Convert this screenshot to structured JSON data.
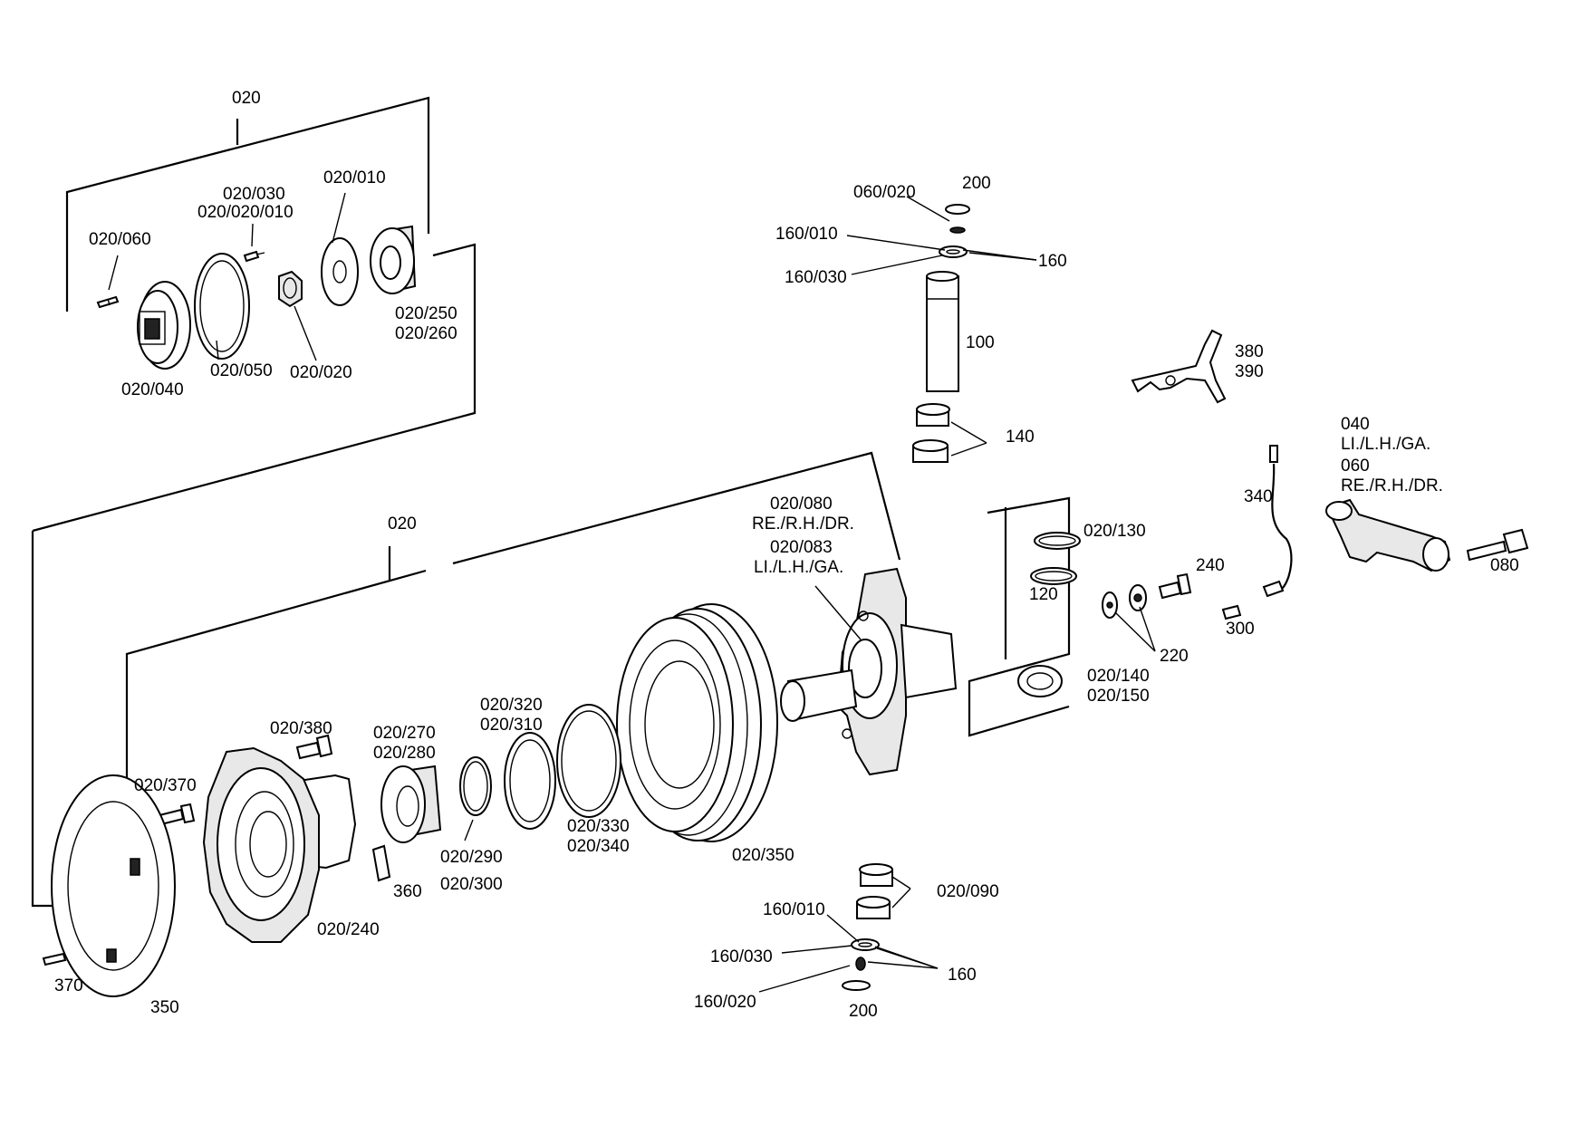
{
  "labels": {
    "l_020_top": "020",
    "l_020_030": "020/030",
    "l_020_020_010": "020/020/010",
    "l_020_010": "020/010",
    "l_020_060": "020/060",
    "l_020_250": "020/250",
    "l_020_260": "020/260",
    "l_020_040": "020/040",
    "l_020_050": "020/050",
    "l_020_020": "020/020",
    "l_060_020": "060/020",
    "l_200_top": "200",
    "l_160_010_top": "160/010",
    "l_160_top": "160",
    "l_160_030_top": "160/030",
    "l_100": "100",
    "l_380": "380",
    "l_390": "390",
    "l_140": "140",
    "l_040": "040",
    "l_li_lh_ga_1": "LI./L.H./GA.",
    "l_060": "060",
    "l_re_rh_dr_1": "RE./R.H./DR.",
    "l_340": "340",
    "l_020_080": "020/080",
    "l_re_rh_dr_2": "RE./R.H./DR.",
    "l_020_083": "020/083",
    "l_li_lh_ga_2": "LI./L.H./GA.",
    "l_020_main": "020",
    "l_020_130": "020/130",
    "l_120": "120",
    "l_240": "240",
    "l_080": "080",
    "l_300": "300",
    "l_220": "220",
    "l_020_140": "020/140",
    "l_020_150": "020/150",
    "l_020_320": "020/320",
    "l_020_310": "020/310",
    "l_020_270": "020/270",
    "l_020_280": "020/280",
    "l_020_380": "020/380",
    "l_020_370": "020/370",
    "l_020_330": "020/330",
    "l_020_340": "020/340",
    "l_020_290": "020/290",
    "l_020_300": "020/300",
    "l_020_350": "020/350",
    "l_360": "360",
    "l_020_240": "020/240",
    "l_370": "370",
    "l_350": "350",
    "l_020_090": "020/090",
    "l_160_010_bot": "160/010",
    "l_160_030_bot": "160/030",
    "l_160_bot": "160",
    "l_160_020": "160/020",
    "l_200_bot": "200"
  }
}
